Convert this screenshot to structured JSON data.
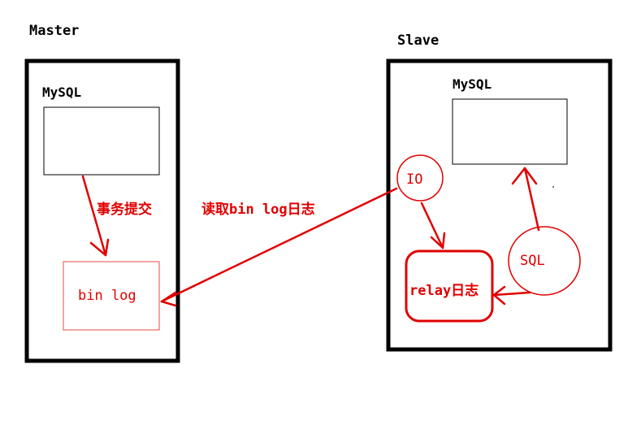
{
  "diagram": {
    "master": {
      "title": "Master",
      "db_label": "MySQL",
      "commit_label": "事务提交",
      "binlog_label": "bin log"
    },
    "slave": {
      "title": "Slave",
      "db_label": "MySQL",
      "io_label": "IO",
      "sql_label": "SQL",
      "relay_label": "relay日志"
    },
    "connection_label": "读取bin log日志"
  },
  "colors": {
    "frame": "#000000",
    "accent": "#e00000"
  }
}
